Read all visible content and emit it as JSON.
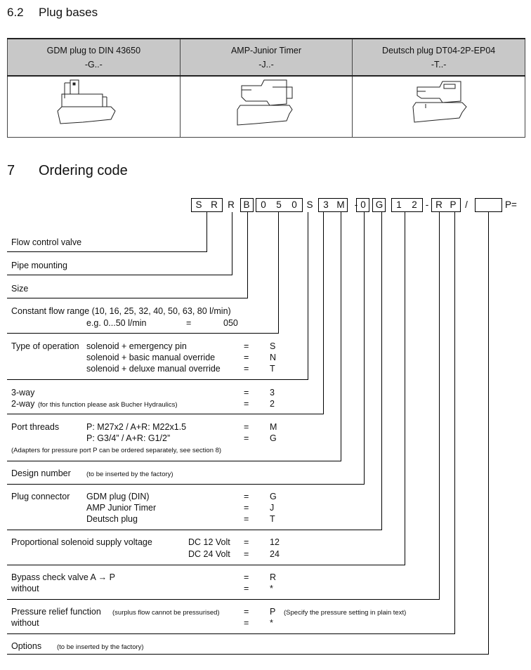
{
  "section62": {
    "number": "6.2",
    "title": "Plug bases"
  },
  "plugs": [
    {
      "name": "GDM plug to DIN 43650",
      "code": "-G..-",
      "icon": "gdm-plug-drawing"
    },
    {
      "name": "AMP-Junior Timer",
      "code": "-J..-",
      "icon": "amp-plug-drawing"
    },
    {
      "name": "Deutsch plug DT04-2P-EP04",
      "code": "-T..-",
      "icon": "deutsch-plug-drawing"
    }
  ],
  "section7": {
    "number": "7",
    "title": "Ordering code"
  },
  "code": {
    "chars": [
      "S",
      "R",
      "R",
      "B",
      "0",
      "5",
      "0",
      "S",
      "3",
      "M",
      "0",
      "G",
      "1",
      "2",
      "R",
      "P"
    ],
    "dashes": [
      "-",
      "-",
      "-",
      "-"
    ],
    "slash": "/",
    "suffix": "P="
  },
  "rows": {
    "flow": "Flow control valve",
    "pipe": "Pipe mounting",
    "size": "Size",
    "range": "Constant flow range (10, 16, 25, 32, 40, 50, 63, 80 l/min)",
    "range_eg": "e.g. 0...50 l/min",
    "range_eq": "=",
    "range_val": "050",
    "op_label": "Type of operation",
    "op_1": "solenoid + emergency pin",
    "op_2": "solenoid + basic manual override",
    "op_3": "solenoid + deluxe manual override",
    "op_v1": "S",
    "op_v2": "N",
    "op_v3": "T",
    "way3": "3-way",
    "way2": "2-way",
    "way2_note": "(for this function please ask Bucher Hydraulics)",
    "way_v3": "3",
    "way_v2": "2",
    "port_label": "Port threads",
    "port_1": "P: M27x2 / A+R: M22x1.5",
    "port_2": "P: G3/4” / A+R: G1/2”",
    "port_v1": "M",
    "port_v2": "G",
    "port_note": "(Adapters for pressure port P can be ordered separately, see section 8)",
    "design": "Design number",
    "design_note": "(to be inserted by the factory)",
    "plug_label": "Plug connector",
    "plug_1": "GDM plug (DIN)",
    "plug_2": "AMP Junior Timer",
    "plug_3": "Deutsch plug",
    "plug_v1": "G",
    "plug_v2": "J",
    "plug_v3": "T",
    "volt_label": "Proportional solenoid supply voltage",
    "volt_1": "DC 12 Volt",
    "volt_2": "DC 24 Volt",
    "volt_v1": "12",
    "volt_v2": "24",
    "bypass": "Bypass check valve A → P",
    "bypass_without": "without",
    "bypass_v1": "R",
    "bypass_v2": "*",
    "relief": "Pressure relief function",
    "relief_note": "(surplus flow cannot be pressurised)",
    "relief_without": "without",
    "relief_v1": "P",
    "relief_v2": "*",
    "relief_hint": "(Specify the pressure setting in plain text)",
    "options": "Options",
    "options_note": "(to be inserted by the factory)",
    "eq": "="
  }
}
